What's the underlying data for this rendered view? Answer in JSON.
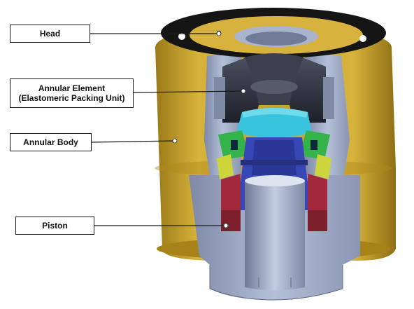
{
  "labels": {
    "head": "Head",
    "annular_element_line1": "Annular Element",
    "annular_element_line2": "(Elastomeric Packing Unit)",
    "annular_body": "Annular Body",
    "piston": "Piston"
  },
  "colors": {
    "body": "#c9a12a",
    "head": "#151515",
    "steel": "#9ca9c4",
    "packing_element": "#2c2f3a",
    "top_ring": "#38c4dc",
    "green_segments": "#34b34b",
    "yellow_segments": "#cdd43c",
    "piston": "#a32a3c",
    "chamber": "#3747b5",
    "bore": "#b7c1d9"
  }
}
